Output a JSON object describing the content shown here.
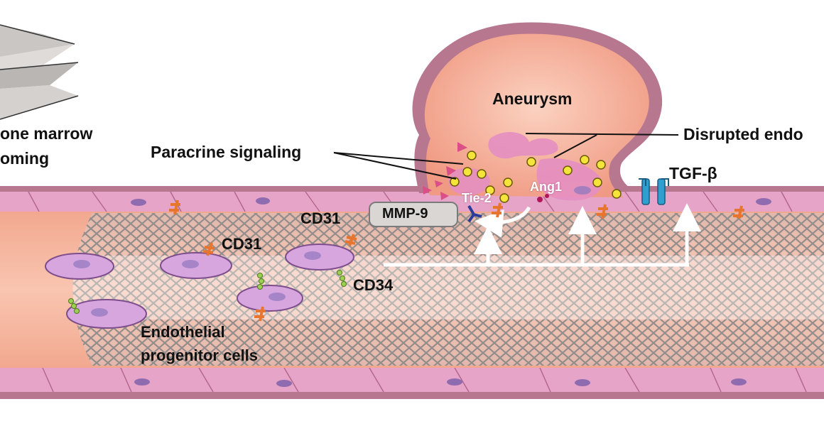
{
  "labels": {
    "bone_marrow_line1": "one marrow",
    "bone_marrow_line2": "oming",
    "aneurysm": "Aneurysm",
    "disrupted": "Disrupted endo",
    "paracrine": "Paracrine signaling",
    "tgf": "TGF-β",
    "tie2": "Tie-2",
    "ang1": "Ang1",
    "mmp9": "MMP-9",
    "cd31_a": "CD31",
    "cd31_b": "CD31",
    "cd34": "CD34",
    "epc_line1": "Endothelial",
    "epc_line2": "progenitor cells"
  },
  "colors": {
    "vessel_wall": "#b7778f",
    "wall_cells": "#e6a5c8",
    "lumen": "#f6b59a",
    "mesh": "#7d7d7d",
    "cell_fill": "#d7a6df",
    "aneurysm_fill": "#f7b29d",
    "marker_orange": "#e8752e",
    "dot_yellow": "#f5e43a",
    "triangle": "#d94f86",
    "receptor_blue": "#2f9fd0",
    "arrow": "#ffffff"
  }
}
